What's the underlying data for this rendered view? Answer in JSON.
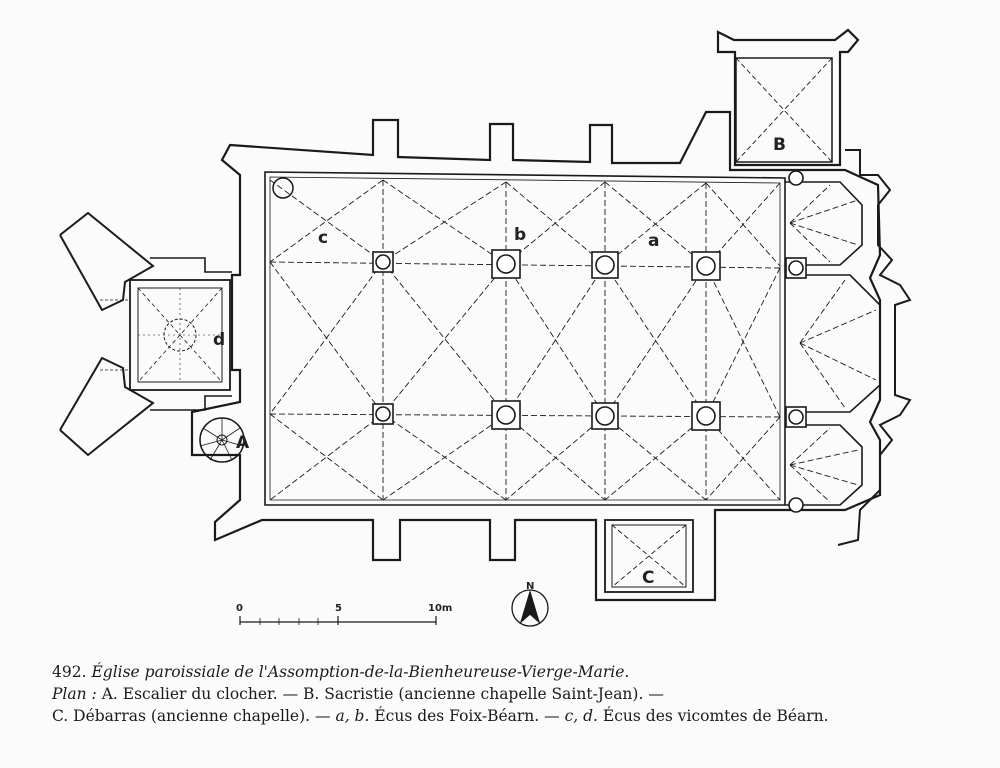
{
  "labels": {
    "A": "A",
    "B": "B",
    "C": "C",
    "a": "a",
    "b": "b",
    "c": "c",
    "d": "d",
    "north": "N"
  },
  "scale": {
    "zero": "0",
    "five": "5",
    "ten": "10m"
  },
  "caption": {
    "line1_number": "492.",
    "line1_title": "Église paroissiale de l'Assomption-de-la-Bienheureuse-Vierge-Marie.",
    "line2_lead": "Plan :",
    "line2_rest": "A. Escalier du clocher. — B. Sacristie (ancienne chapelle Saint-Jean). —",
    "line3_part1": "C. Débarras (ancienne chapelle). —",
    "line3_ab": "a, b.",
    "line3_part2": "Écus des Foix-Béarn. —",
    "line3_cd": "c, d.",
    "line3_part3": "Écus des vicomtes de Béarn."
  },
  "colors": {
    "ink": "#1a1a1a",
    "paper": "#fbfbfb",
    "wall_fill": "#ffffff"
  }
}
